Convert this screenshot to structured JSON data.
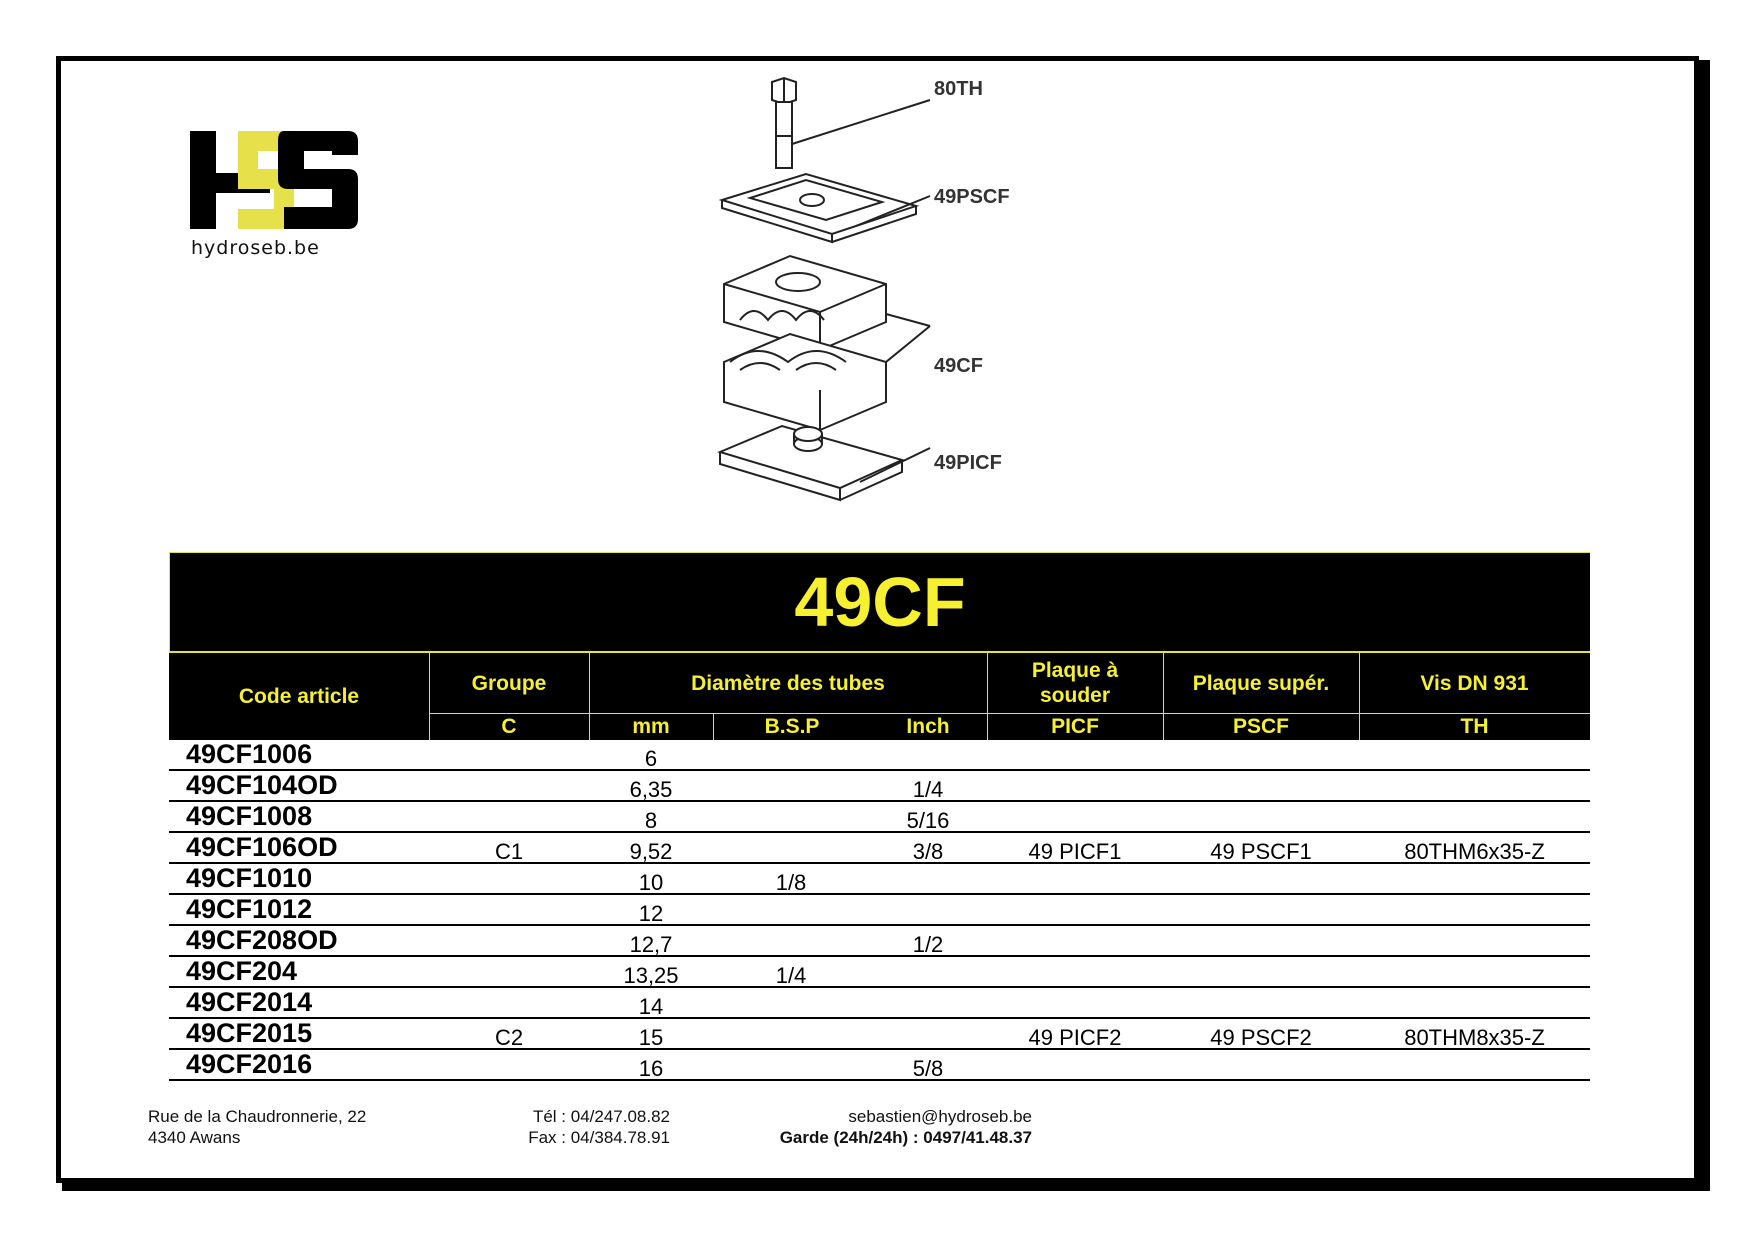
{
  "logo": {
    "text": "hydroseb.be"
  },
  "diagram": {
    "labels": {
      "th": "80TH",
      "pscf": "49PSCF",
      "cf": "49CF",
      "picf": "49PICF"
    }
  },
  "title": "49CF",
  "header": {
    "code_article": "Code article",
    "groupe": "Groupe",
    "diametre": "Diamètre des tubes",
    "plaque_souder": "Plaque à souder",
    "plaque_super": "Plaque supér.",
    "vis": "Vis DN 931",
    "sub": {
      "c": "C",
      "mm": "mm",
      "bsp": "B.S.P",
      "inch": "Inch",
      "picf": "PICF",
      "pscf": "PSCF",
      "th": "TH"
    }
  },
  "rows": [
    {
      "code": "49CF1006",
      "groupe": "",
      "mm": "6",
      "bsp": "",
      "inch": "",
      "picf": "",
      "pscf": "",
      "th": ""
    },
    {
      "code": "49CF104OD",
      "groupe": "",
      "mm": "6,35",
      "bsp": "",
      "inch": "1/4",
      "picf": "",
      "pscf": "",
      "th": ""
    },
    {
      "code": "49CF1008",
      "groupe": "",
      "mm": "8",
      "bsp": "",
      "inch": "5/16",
      "picf": "",
      "pscf": "",
      "th": ""
    },
    {
      "code": "49CF106OD",
      "groupe": "C1",
      "mm": "9,52",
      "bsp": "",
      "inch": "3/8",
      "picf": "49 PICF1",
      "pscf": "49 PSCF1",
      "th": "80THM6x35-Z"
    },
    {
      "code": "49CF1010",
      "groupe": "",
      "mm": "10",
      "bsp": "1/8",
      "inch": "",
      "picf": "",
      "pscf": "",
      "th": ""
    },
    {
      "code": "49CF1012",
      "groupe": "",
      "mm": "12",
      "bsp": "",
      "inch": "",
      "picf": "",
      "pscf": "",
      "th": ""
    },
    {
      "code": "49CF208OD",
      "groupe": "",
      "mm": "12,7",
      "bsp": "",
      "inch": "1/2",
      "picf": "",
      "pscf": "",
      "th": ""
    },
    {
      "code": "49CF204",
      "groupe": "",
      "mm": "13,25",
      "bsp": "1/4",
      "inch": "",
      "picf": "",
      "pscf": "",
      "th": ""
    },
    {
      "code": "49CF2014",
      "groupe": "",
      "mm": "14",
      "bsp": "",
      "inch": "",
      "picf": "",
      "pscf": "",
      "th": ""
    },
    {
      "code": "49CF2015",
      "groupe": "C2",
      "mm": "15",
      "bsp": "",
      "inch": "",
      "picf": "49 PICF2",
      "pscf": "49 PSCF2",
      "th": "80THM8x35-Z"
    },
    {
      "code": "49CF2016",
      "groupe": "",
      "mm": "16",
      "bsp": "",
      "inch": "5/8",
      "picf": "",
      "pscf": "",
      "th": ""
    }
  ],
  "footer": {
    "address_line1": "Rue de la Chaudronnerie, 22",
    "address_line2": "4340 Awans",
    "tel": "Tél : 04/247.08.82",
    "fax": "Fax : 04/384.78.91",
    "email": "sebastien@hydroseb.be",
    "garde": "Garde (24h/24h) : 0497/41.48.37"
  },
  "colors": {
    "accent_yellow": "#f6f030",
    "logo_yellow": "#e6e04a",
    "black": "#000000"
  }
}
